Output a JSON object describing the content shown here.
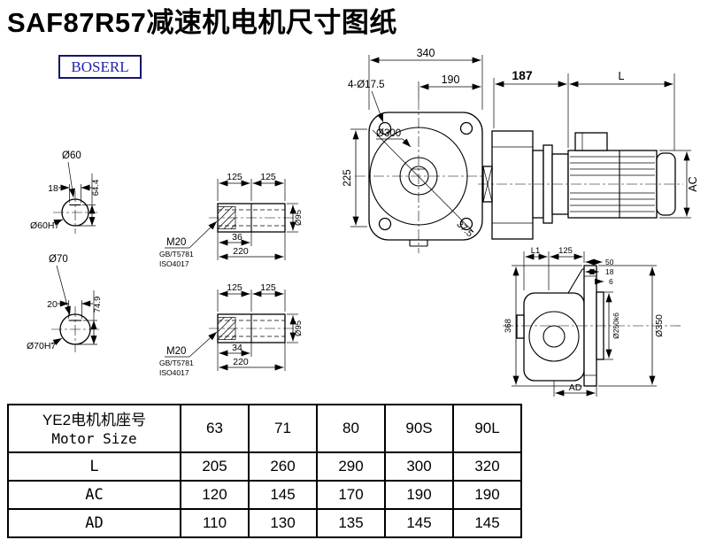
{
  "page": {
    "title": "SAF87R57减速机电机尺寸图纸",
    "logo": "BOSERL"
  },
  "views": {
    "shaft60": {
      "dia": "Ø60",
      "key_width": "18",
      "key_height": "64.4",
      "fit": "Ø60H7"
    },
    "shaft70": {
      "dia": "Ø70",
      "key_width": "20",
      "key_height": "74.9",
      "fit": "Ø70H7"
    },
    "hollow_upper": {
      "seg1": "125",
      "seg2": "125",
      "thread": "M20",
      "std1": "GB/T5781",
      "std2": "ISO4017",
      "len": "36",
      "total": "220",
      "dia": "Ø95"
    },
    "hollow_lower": {
      "seg1": "125",
      "seg2": "125",
      "thread": "M20",
      "std1": "GB/T5781",
      "std2": "ISO4017",
      "len": "34",
      "total": "220",
      "dia": "Ø95"
    },
    "front": {
      "width": "340",
      "half_width": "190",
      "bolt_holes": "4-Ø17.5",
      "flange_dia": "Ø300",
      "height": "225",
      "angle": "37.5"
    },
    "side": {
      "gearbox_len": "187",
      "motor_len": "L",
      "motor_dia": "AC"
    },
    "rear": {
      "l1": "L1",
      "d125": "125",
      "d50": "50",
      "d18": "18",
      "d6": "6",
      "height": "368",
      "spigot": "Ø250k6",
      "flange": "Ø350",
      "ad": "AD"
    }
  },
  "table": {
    "header": {
      "cn": "YE2电机机座号",
      "en": "Motor Size"
    },
    "sizes": [
      "63",
      "71",
      "80",
      "90S",
      "90L"
    ],
    "rows": [
      {
        "label": "L",
        "values": [
          "205",
          "260",
          "290",
          "300",
          "320"
        ]
      },
      {
        "label": "AC",
        "values": [
          "120",
          "145",
          "170",
          "190",
          "190"
        ]
      },
      {
        "label": "AD",
        "values": [
          "110",
          "130",
          "135",
          "145",
          "145"
        ]
      }
    ]
  }
}
